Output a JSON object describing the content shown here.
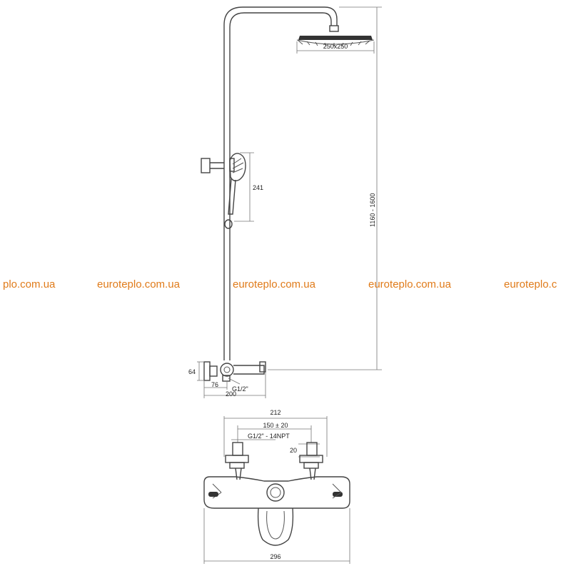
{
  "watermark": {
    "texts": [
      "plo.com.ua",
      "euroteplo.com.ua",
      "euroteplo.com.ua",
      "euroteplo.com.ua",
      "euroteplo.c"
    ],
    "color": "#e07b1a"
  },
  "dimensions": {
    "head_size": "250x250",
    "total_height": "1160 - 1600",
    "hand_shower": "241",
    "mixer_height": "64",
    "wall_offset": "76",
    "spout_reach": "200",
    "inlet_thread": "G1/2\"",
    "width_top": "212",
    "center_spacing": "150 ± 20",
    "inlet_thread_npt": "G1/2\" - 14NPT",
    "eccentric_depth": "20",
    "width_bottom": "296"
  }
}
